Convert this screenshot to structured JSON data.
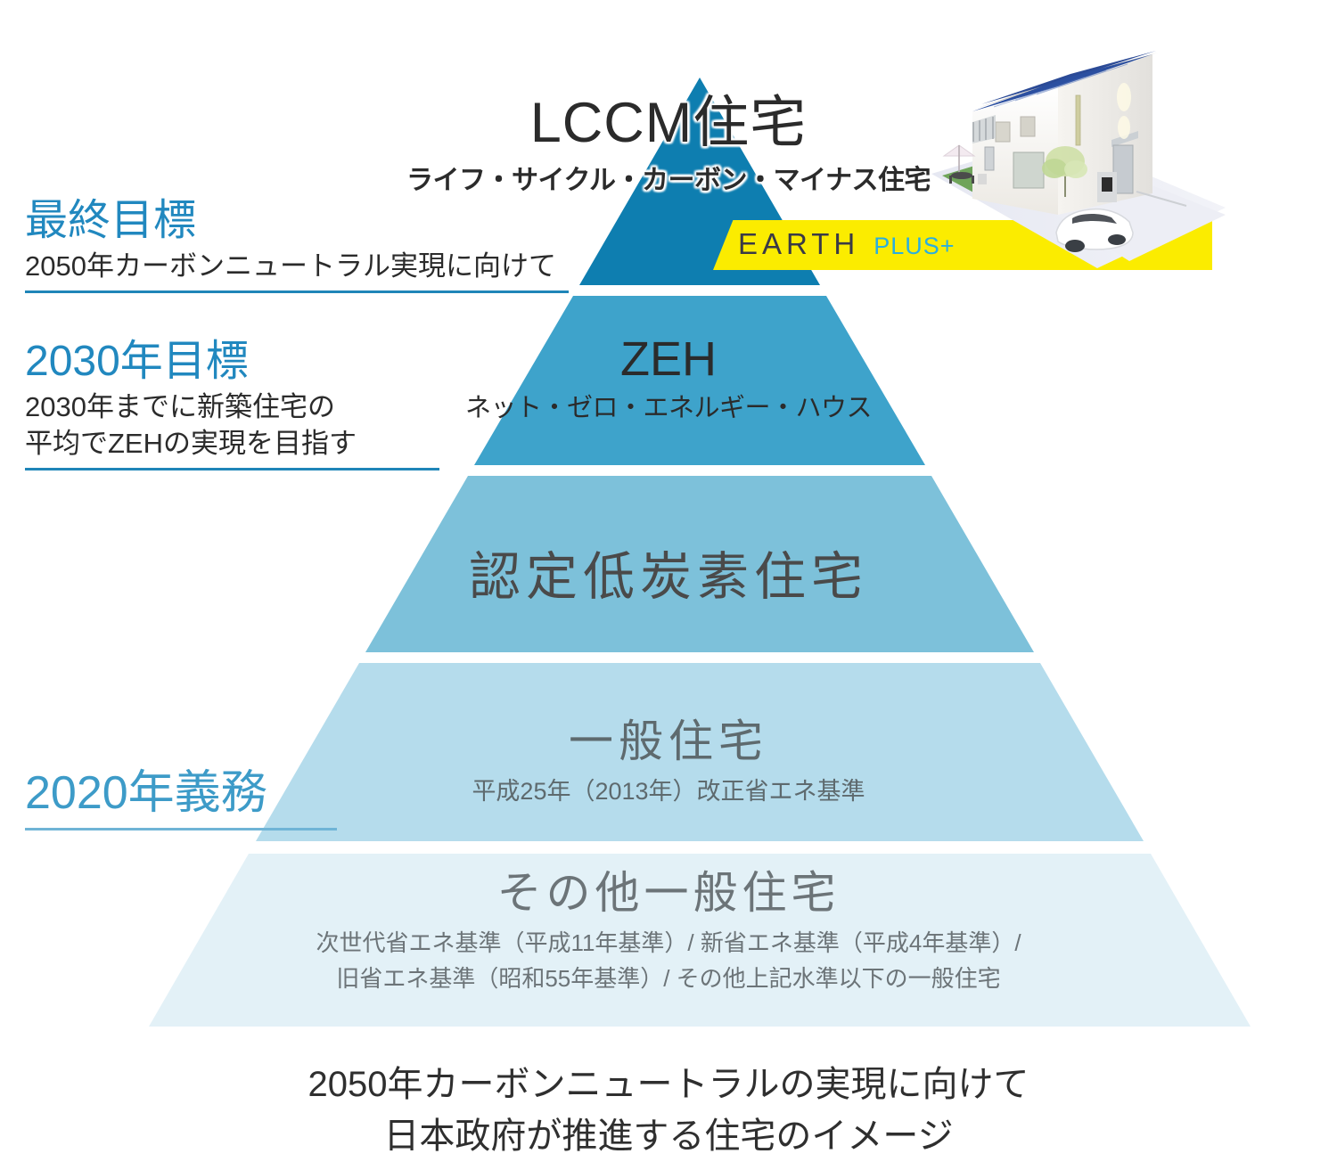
{
  "pyramid": {
    "tiers": [
      {
        "id": "lccm",
        "title": "LCCM住宅",
        "subtitle": "ライフ・サイクル・カーボン・マイナス住宅",
        "color": "#0e7eb0"
      },
      {
        "id": "zeh",
        "title": "ZEH",
        "subtitle": "ネット・ゼロ・エネルギー・ハウス",
        "color": "#3ea3cb"
      },
      {
        "id": "certified-low-carbon",
        "title": "認定低炭素住宅",
        "subtitle": "",
        "color": "#7dc1da"
      },
      {
        "id": "general-house",
        "title": "一般住宅",
        "subtitle": "平成25年（2013年）改正省エネ基準",
        "color": "#b5dcec"
      },
      {
        "id": "other-general-house",
        "title": "その他一般住宅",
        "subtitle_line1": "次世代省エネ基準（平成11年基準）/ 新省エネ基準（平成4年基準）/",
        "subtitle_line2": "旧省エネ基準（昭和55年基準）/ その他上記水準以下の一般住宅",
        "color": "#e3f1f7"
      }
    ]
  },
  "left_labels": [
    {
      "id": "final-goal",
      "title": "最終目標",
      "description": "2050年カーボンニュートラル実現に向けて"
    },
    {
      "id": "goal-2030",
      "title": "2030年目標",
      "description_line1": "2030年までに新築住宅の",
      "description_line2": "平均でZEHの実現を目指す"
    },
    {
      "id": "obligation-2020",
      "title": "2020年義務"
    }
  ],
  "badge": {
    "brand": "EARTH",
    "suffix": "PLUS+",
    "background_color": "#fbec00",
    "suffix_color": "#2aaee0"
  },
  "house_photo": {
    "alt": "太陽光パネル付き二階建て住宅と電気自動車のイメージ",
    "roof_color": "#2b4fa0",
    "wall_color": "#f4f2ee"
  },
  "caption": {
    "line1": "2050年カーボンニュートラルの実現に向けて",
    "line2": "日本政府が推進する住宅のイメージ"
  },
  "theme": {
    "accent_blue": "#2188bf",
    "rule_blue": "#1f85b8",
    "text_dark": "#2b2b2b"
  }
}
